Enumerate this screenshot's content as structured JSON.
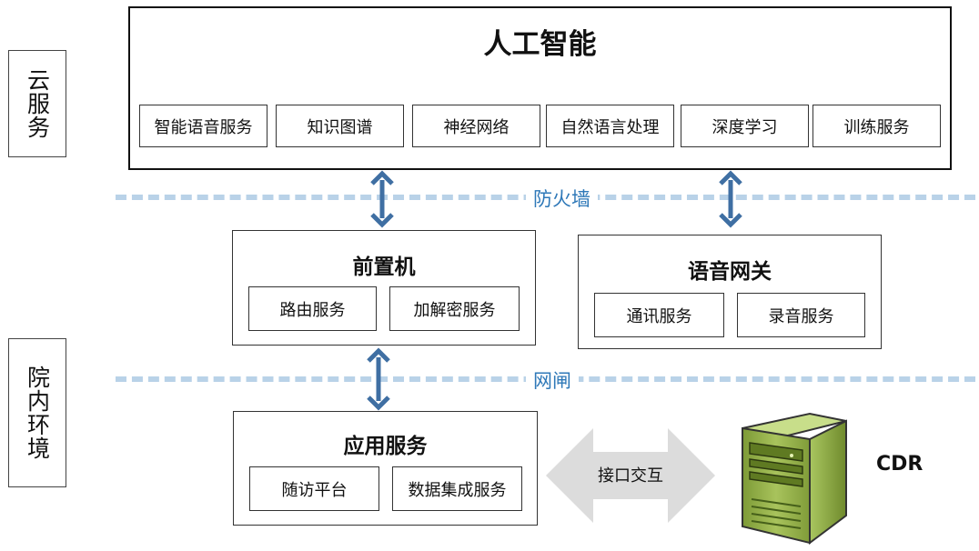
{
  "side": {
    "cloud": "云服务",
    "hospital": "院内环境"
  },
  "ai": {
    "title": "人工智能",
    "services": [
      "智能语音服务",
      "知识图谱",
      "神经网络",
      "自然语言处理",
      "深度学习",
      "训练服务"
    ]
  },
  "firewall": {
    "label": "防火墙"
  },
  "front": {
    "title": "前置机",
    "services": [
      "路由服务",
      "加解密服务"
    ]
  },
  "gateway": {
    "title": "语音网关",
    "services": [
      "通讯服务",
      "录音服务"
    ]
  },
  "gap": {
    "label": "网闸"
  },
  "app": {
    "title": "应用服务",
    "services": [
      "随访平台",
      "数据集成服务"
    ]
  },
  "interface": {
    "label": "接口交互"
  },
  "cdr": {
    "label": "CDR"
  },
  "colors": {
    "arrow": "#3f6fa3",
    "dash": "#b9d2e8",
    "dash_text": "#2e78b8",
    "server": "#8eaa45"
  }
}
